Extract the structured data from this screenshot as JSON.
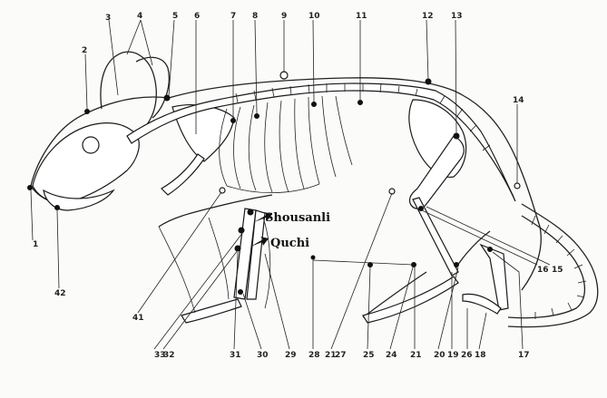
{
  "figure": {
    "labels": [
      "1",
      "2",
      "3",
      "4",
      "5",
      "6",
      "7",
      "8",
      "9",
      "10",
      "11",
      "12",
      "13",
      "14",
      "15",
      "16",
      "17",
      "18",
      "19",
      "20",
      "21",
      "21",
      "24",
      "25",
      "26",
      "27",
      "28",
      "29",
      "30",
      "31",
      "32",
      "33",
      "41",
      "42"
    ],
    "acupoints": [
      "Shousanli",
      "Quchi"
    ]
  }
}
